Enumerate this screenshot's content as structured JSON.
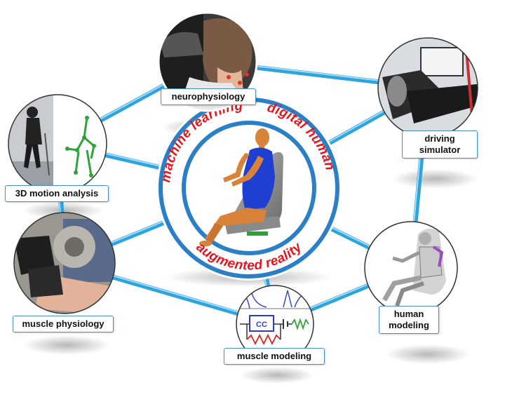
{
  "center": {
    "topic_top_left": "machine learning",
    "topic_top_right": "digital human",
    "topic_bottom": "augmented reality"
  },
  "nodes": {
    "neurophysiology": "neurophysiology",
    "driving_simulator_line1": "driving",
    "driving_simulator_line2": "simulator",
    "motion_analysis": "3D motion analysis",
    "muscle_physiology": "muscle physiology",
    "muscle_modeling": "muscle modeling",
    "human_modeling_line1": "human",
    "human_modeling_line2": "modeling"
  },
  "circuit": {
    "contractile_element": "CC"
  },
  "colors": {
    "link": "#2ea4df",
    "link_highlight": "#a8dcf6",
    "ring": "#2a7fc6",
    "topic_text": "#e8141d",
    "label_border": "#4a8fc6",
    "manikin_body": "#d9823a",
    "manikin_shirt": "#1f3fd1"
  }
}
